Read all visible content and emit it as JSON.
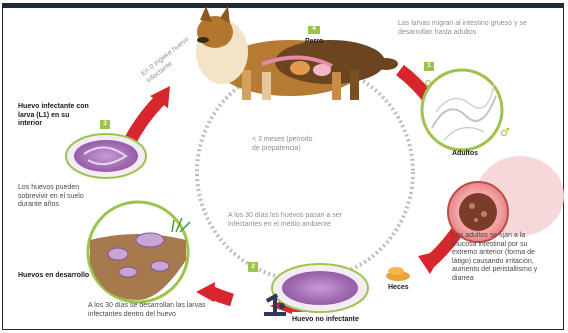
{
  "labels": {
    "perro": "Perro",
    "larvas_migran": "Las larvas migran al intestino grueso y se desarrollan hasta adultos",
    "adultos": "Adultos",
    "adultos_fijan": "Los adultos se fijan a la mucosa intestinal por su extremo anterior (forma de látigo) causando irritación, aumento del peristaltismo y diarrea",
    "heces": "Heces",
    "huevo_no_infectante": "Huevo no infectante",
    "treinta_dias_larvas": "A los 30 días se desarrollan las larvas infectantes dentro del huevo",
    "huevos_desarrollo": "Huevos en desarrollo",
    "huevos_pueden": "Los huevos pueden sobrevivir en el suelo durante años",
    "huevo_infectante": "Huevo infectante con larva (L1) en su interior",
    "en_o_ingiere": "En 0 ingiere huevo infectante",
    "menos_3_meses": "< 3 meses (período de prepatencia)",
    "treinta_dias_huevos": "A los 30 días los huevos pasan a ser infectantes en el medio ambiente"
  },
  "steps": {
    "s1": "1",
    "s2": "2",
    "s3": "3",
    "s4": "4"
  },
  "symbols": {
    "female": "♀",
    "male": "♂"
  },
  "colors": {
    "cycle_red": "#d8262e",
    "tag_green": "#9cc34a",
    "dashed_gray": "#b9bcc0",
    "egg_purple": "#8a4f9c"
  },
  "icons": [
    "dog-illustration",
    "worm-magnifier-icon",
    "intestine-section-icon",
    "feces-icon",
    "egg-icon",
    "soil-eggs-icon",
    "microscope-icon"
  ]
}
